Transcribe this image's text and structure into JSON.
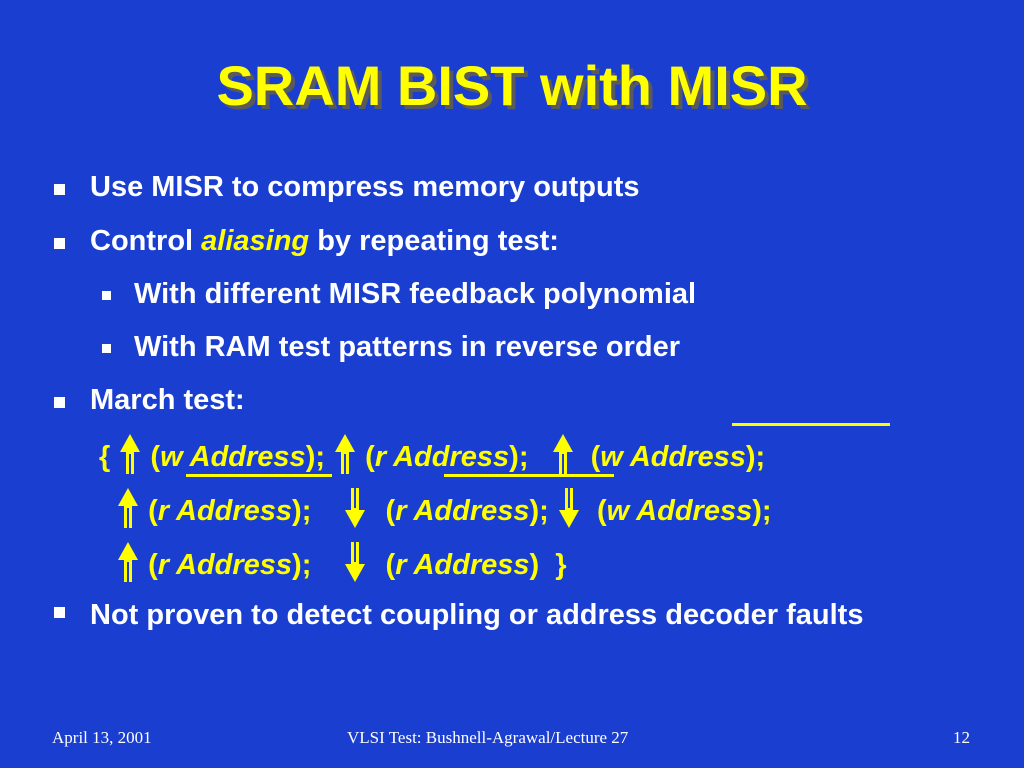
{
  "title": "SRAM BIST with MISR",
  "bullets": {
    "b1": "Use MISR to compress memory outputs",
    "b2_pre": "Control ",
    "b2_em": "aliasing",
    "b2_post": " by repeating test:",
    "s1": "With different MISR feedback polynomial",
    "s2": "With RAM test patterns in reverse order",
    "b3": "March test:",
    "b4": "Not proven to detect coupling or address decoder faults"
  },
  "march": {
    "open_brace": "{",
    "close_brace": "}",
    "open_paren": "(",
    "close_paren": ")",
    "sep": ";",
    "w_addr": "w Address",
    "r_addr": "r Address"
  },
  "icons": {
    "up": "up-arrow-icon",
    "down": "down-arrow-icon"
  },
  "colors": {
    "background": "#1a3fd0",
    "title": "#ffff00",
    "text": "#ffffff",
    "march": "#ffff00"
  },
  "footer": {
    "date": "April 13, 2001",
    "course": "VLSI Test: Bushnell-Agrawal/Lecture 27",
    "page": "12"
  }
}
